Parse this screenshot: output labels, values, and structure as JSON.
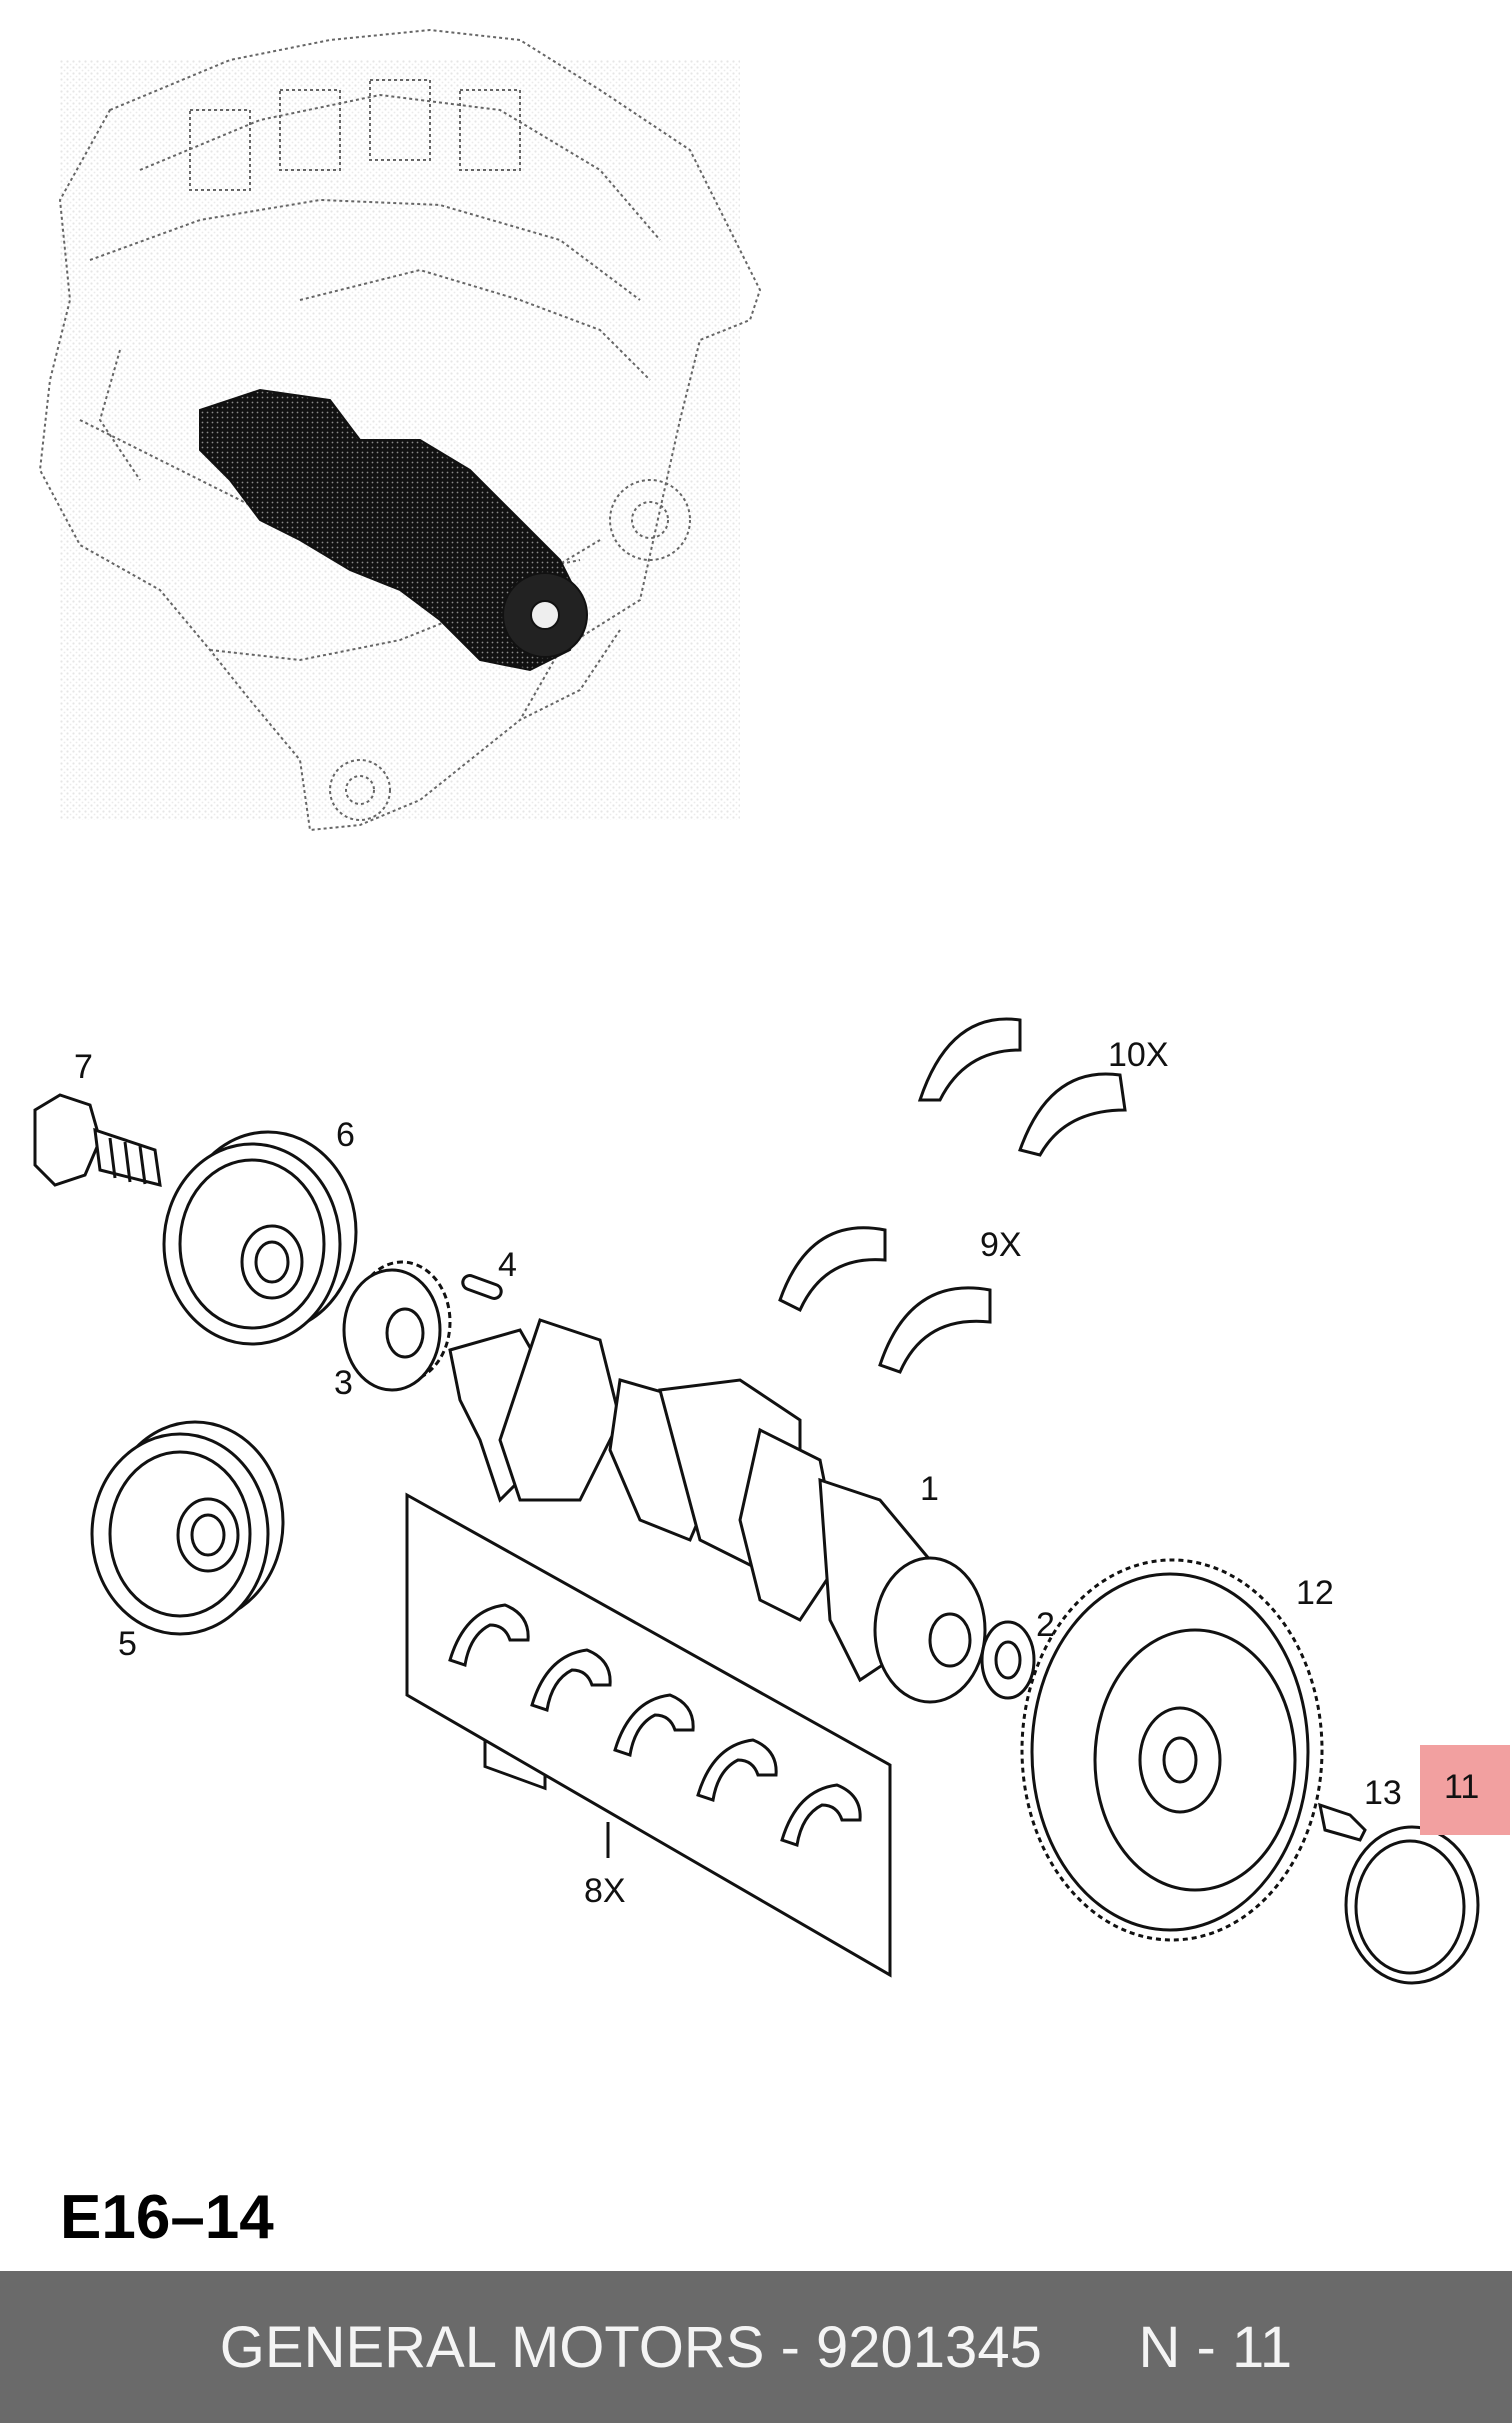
{
  "diagram_code": "E16–14",
  "footer": {
    "brand": "GENERAL MOTORS",
    "separator": "-",
    "part_number": "9201345",
    "ref_prefix": "N",
    "ref_number": "11"
  },
  "highlight_color": "#f2a0a0",
  "footer_color": "#6a6a6a",
  "callouts": {
    "c1": "1",
    "c2": "2",
    "c3": "3",
    "c4": "4",
    "c5": "5",
    "c6": "6",
    "c7": "7",
    "c8": "8X",
    "c9": "9X",
    "c10": "10X",
    "c11": "11",
    "c12": "12",
    "c13": "13"
  }
}
